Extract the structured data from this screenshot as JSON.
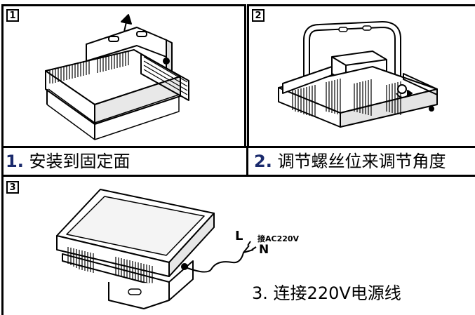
{
  "panels": [
    {
      "number": "1",
      "caption_num": "1.",
      "caption_text": "安装到固定面"
    },
    {
      "number": "2",
      "caption_num": "2.",
      "caption_text": "调节螺丝位来调节角度"
    },
    {
      "number": "3",
      "caption_num": "3.",
      "caption_text": "连接220V电源线"
    }
  ],
  "wiring": {
    "live": "L",
    "neutral": "N",
    "supply": "接AC220V"
  },
  "colors": {
    "border": "#000000",
    "caption_number": "#1a2a6c"
  }
}
